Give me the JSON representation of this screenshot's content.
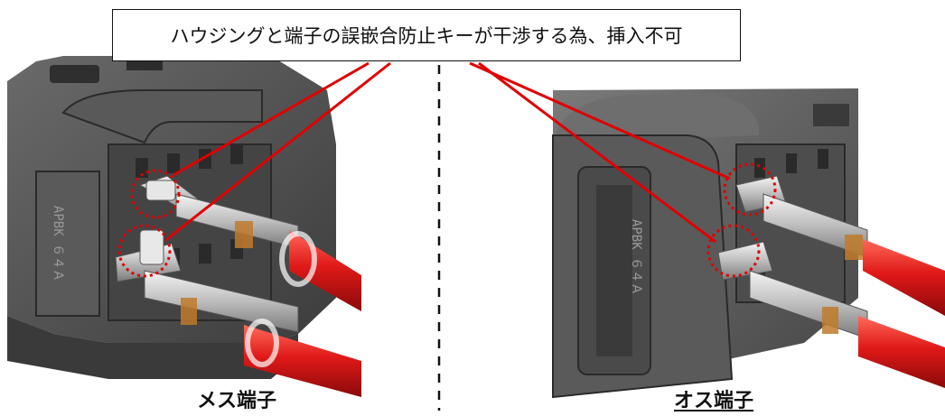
{
  "callout": {
    "text": "ハウジングと端子の誤嵌合防止キーが干渉する為、挿入不可"
  },
  "left_view": {
    "caption": "メス端子",
    "housing_marking": "APBK ６４Ａ"
  },
  "right_view": {
    "caption": "オス端子",
    "housing_marking": "APBK ６４Ａ"
  },
  "colors": {
    "leader_line": "#e00000",
    "highlight_circle": "#e00000",
    "wire": "#e01818",
    "housing": "#505050",
    "terminal": "#c8c8c8",
    "divider": "#111111"
  }
}
